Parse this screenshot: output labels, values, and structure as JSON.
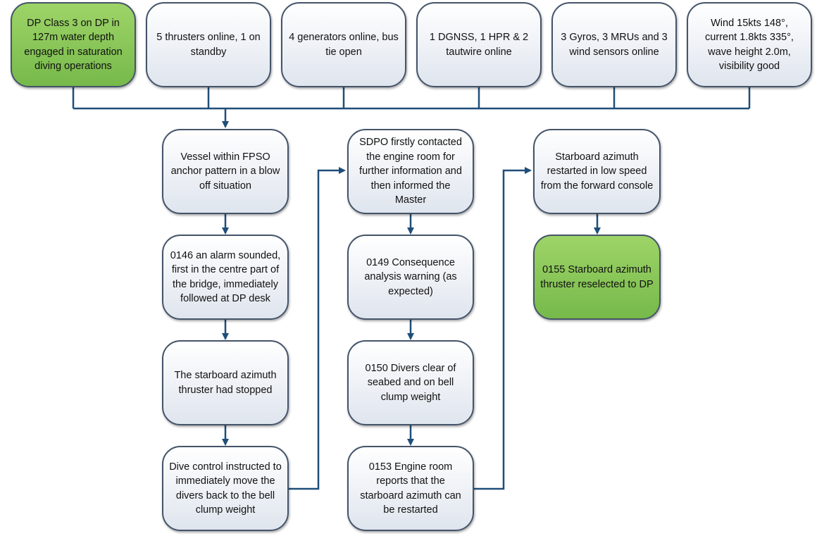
{
  "colors": {
    "connector": "#1f4e79",
    "box_border": "#44546a",
    "highlight_fill": "#8dc85c",
    "box_fill": "#e7ebf2"
  },
  "top_row": [
    {
      "id": "t1",
      "text": "DP Class 3 on DP in 127m water depth engaged in saturation diving operations",
      "highlight": true
    },
    {
      "id": "t2",
      "text": "5 thrusters online, 1 on standby"
    },
    {
      "id": "t3",
      "text": "4 generators online, bus tie open"
    },
    {
      "id": "t4",
      "text": "1 DGNSS, 1 HPR & 2 tautwire online"
    },
    {
      "id": "t5",
      "text": "3 Gyros, 3 MRUs and 3 wind sensors online"
    },
    {
      "id": "t6",
      "text": "Wind 15kts 148°, current 1.8kts 335°, wave height 2.0m, visibility good"
    }
  ],
  "columns": [
    {
      "nodes": [
        {
          "id": "a1",
          "text": "Vessel within FPSO anchor pattern in a blow off situation"
        },
        {
          "id": "a2",
          "text": "0146 an alarm sounded, first in the centre part of the bridge, immediately followed at DP desk"
        },
        {
          "id": "a3",
          "text": "The starboard azimuth thruster had stopped"
        },
        {
          "id": "a4",
          "text": "Dive control instructed to immediately move the divers back to the bell clump weight"
        }
      ]
    },
    {
      "nodes": [
        {
          "id": "b1",
          "text": "SDPO firstly contacted the engine room for further information and then informed the Master"
        },
        {
          "id": "b2",
          "text": "0149 Consequence analysis warning (as expected)"
        },
        {
          "id": "b3",
          "text": "0150 Divers clear of seabed and on bell clump weight"
        },
        {
          "id": "b4",
          "text": "0153 Engine room reports that the starboard azimuth can be restarted"
        }
      ]
    },
    {
      "nodes": [
        {
          "id": "c1",
          "text": "Starboard azimuth restarted in low speed from the forward console"
        },
        {
          "id": "c2",
          "text": "0155 Starboard azimuth thruster reselected to DP",
          "highlight": true
        }
      ]
    }
  ]
}
